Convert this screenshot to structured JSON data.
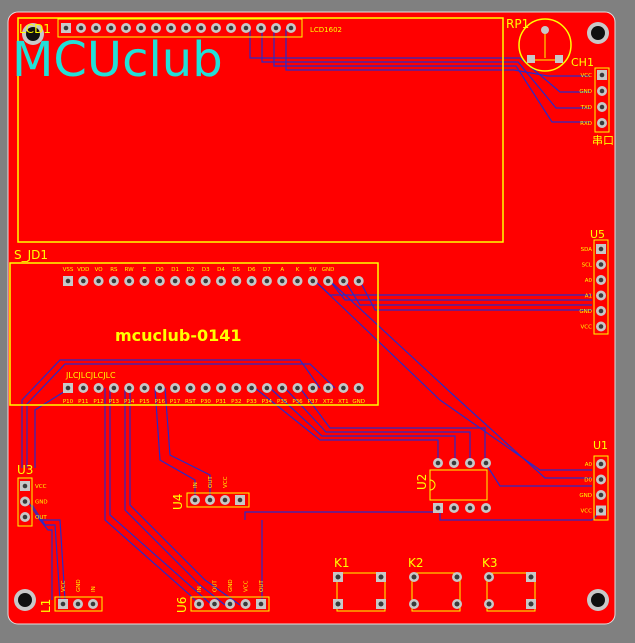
{
  "board": {
    "logo": "MCUclub",
    "project_label": "mcuclub-0141",
    "jlc_label": "JLCJLCJLCJLC",
    "lcd_subtitle": "LCD1602",
    "colors": {
      "background": "#808080",
      "board": "#ff0000",
      "silk": "#ffff00",
      "trace": "#2a2ac8",
      "pad": "#c8c8c8",
      "logo": "#22e0d8"
    }
  },
  "refdes": {
    "lcd": "LCD1",
    "pot": "RP1",
    "serial": "CH1",
    "serial_cn": "串口",
    "sjd": "S_JD1",
    "u5": "U5",
    "u1": "U1",
    "u2": "U2",
    "u3": "U3",
    "u4": "U4",
    "l1": "L1",
    "u6": "U6",
    "k1": "K1",
    "k2": "K2",
    "k3": "K3"
  },
  "pins": {
    "serial": [
      "VCC",
      "GND",
      "TXD",
      "RXD"
    ],
    "u5": [
      "SDA",
      "SCL",
      "A0",
      "A1",
      "GND",
      "VCC"
    ],
    "u1": [
      "A0",
      "D0",
      "GND",
      "VCC"
    ],
    "u3": [
      "VCC",
      "GND",
      "OUT"
    ],
    "u4": [
      "IN",
      "OUT",
      "VCC"
    ],
    "l1": [
      "VCC",
      "GND",
      "IN"
    ],
    "u6": [
      "IN",
      "OUT",
      "GND",
      "VCC",
      "OUT"
    ],
    "header_top": [
      "VSS",
      "VDD",
      "VO",
      "RS",
      "RW",
      "E",
      "D0",
      "D1",
      "D2",
      "D3",
      "D4",
      "D5",
      "D6",
      "D7",
      "A",
      "K",
      "5V",
      "GND"
    ],
    "header_bottom": [
      "P10",
      "P11",
      "P12",
      "P13",
      "P14",
      "P15",
      "P16",
      "P17",
      "RST",
      "P30",
      "P31",
      "P32",
      "P33",
      "P34",
      "P35",
      "P36",
      "P37",
      "XT2",
      "XT1",
      "GND"
    ]
  }
}
